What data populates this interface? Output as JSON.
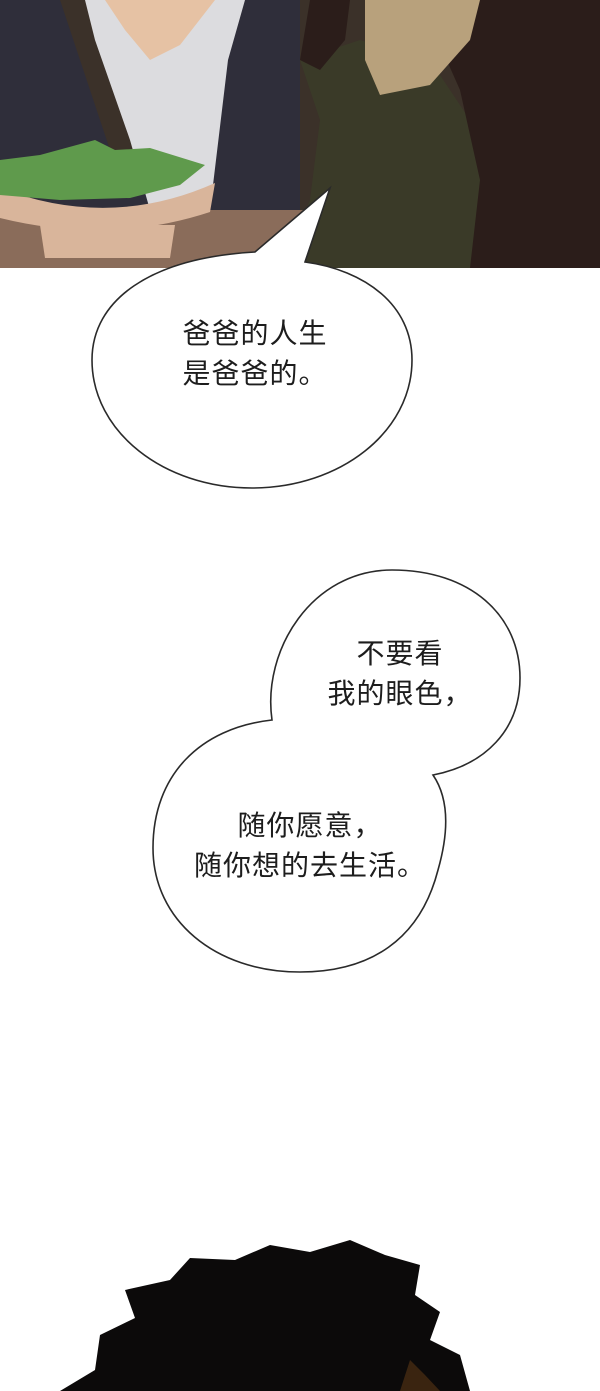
{
  "panel_top": {
    "scene": "dinner-scene",
    "colors": {
      "background": "#3b3129",
      "jacket": "#2f2e3a",
      "shirt": "#dcdcdf",
      "skin": "#e6c2a4",
      "bowl": "#d9b59b",
      "greens": "#5f9a4c",
      "table": "#8a6c5a",
      "dress": "#3a3a28",
      "hair": "#2b1d1a",
      "lace": "#b8a17c"
    }
  },
  "bubble_1": {
    "lines": [
      "爸爸的人生",
      "是爸爸的。"
    ]
  },
  "bubble_2": {
    "top_lines": [
      "不要看",
      "我的眼色，"
    ],
    "bottom_lines": [
      "随你愿意，",
      "随你想的去生活。"
    ]
  },
  "panel_bottom": {
    "scene": "dark-silhouette",
    "colors": {
      "shadow": "#0c0a0a",
      "glow": "#3a2410"
    }
  }
}
